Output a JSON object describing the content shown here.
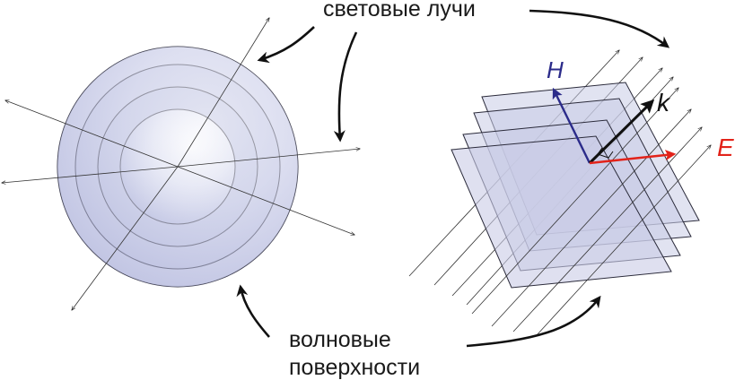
{
  "labels": {
    "light_rays": "световые лучи",
    "wave_surfaces_line1": "волновые",
    "wave_surfaces_line2": "поверхности"
  },
  "vectors": {
    "H": "H",
    "k": "k",
    "E": "E"
  },
  "colors": {
    "H": "#2b2b8a",
    "k": "#111111",
    "E": "#e2231a",
    "surface_fill": "#c9cce6",
    "surface_stroke": "#2a2a3a"
  }
}
